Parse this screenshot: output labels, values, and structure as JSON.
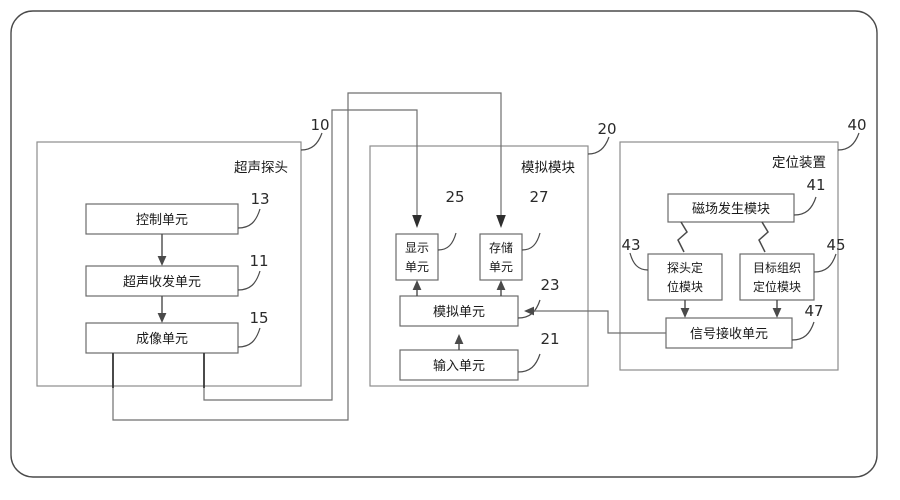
{
  "figure": {
    "type": "patent-block-diagram",
    "outer_frame": {
      "name": "figure-border",
      "corner_radius": 22
    }
  },
  "modules": [
    {
      "id": "probe",
      "title": "超声探头",
      "ref": "10",
      "units": [
        {
          "id": "control",
          "label": "控制单元",
          "ref": "13"
        },
        {
          "id": "transceiver",
          "label": "超声收发单元",
          "ref": "11"
        },
        {
          "id": "imaging",
          "label": "成像单元",
          "ref": "15"
        }
      ]
    },
    {
      "id": "simulation",
      "title": "模拟模块",
      "ref": "20",
      "units": [
        {
          "id": "display",
          "label_line1": "显示",
          "label_line2": "单元",
          "ref": "25"
        },
        {
          "id": "storage",
          "label_line1": "存储",
          "label_line2": "单元",
          "ref": "27"
        },
        {
          "id": "simulation-unit",
          "label": "模拟单元",
          "ref": "23"
        },
        {
          "id": "input",
          "label": "输入单元",
          "ref": "21"
        }
      ]
    },
    {
      "id": "positioning",
      "title": "定位装置",
      "ref": "40",
      "units": [
        {
          "id": "magnetic-field",
          "label": "磁场发生模块",
          "ref": "41"
        },
        {
          "id": "probe-locator",
          "label_line1": "探头定",
          "label_line2": "位模块",
          "ref": "43"
        },
        {
          "id": "tissue-locator",
          "label_line1": "目标组织",
          "label_line2": "定位模块",
          "ref": "45"
        },
        {
          "id": "signal-receiver",
          "label": "信号接收单元",
          "ref": "47"
        }
      ]
    }
  ],
  "colors": {
    "frame": "#4a4a4a",
    "module_border": "#8d8d8d",
    "box_border": "#6b6b6b",
    "wire": "#6f6f6f",
    "wire_dark": "#4a4a4a",
    "text": "#1a1a1a",
    "background": "#ffffff"
  }
}
